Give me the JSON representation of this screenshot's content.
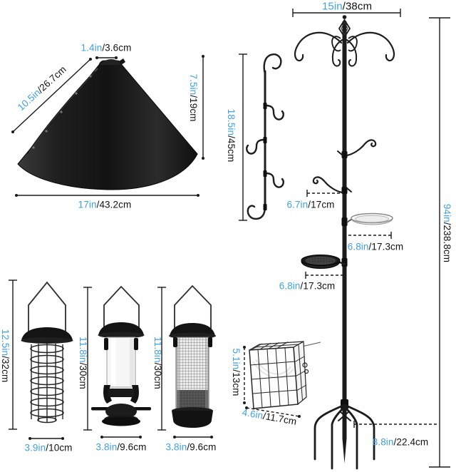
{
  "colors": {
    "accent": "#3fa0e6",
    "ink": "#1a1a1a",
    "background": "#ffffff"
  },
  "cone": {
    "top_in": "1.4in",
    "top_cm": "/3.6cm",
    "slant_in": "10.5in",
    "slant_cm": "/26.7cm",
    "height_in": "7.5in",
    "height_cm": "/19cm",
    "base_in": "17in",
    "base_cm": "/43.2cm"
  },
  "hook_strip": {
    "height_in": "18.5in",
    "height_cm": "/45cm"
  },
  "pole": {
    "top_in": "15in",
    "top_cm": "/38cm",
    "height_in": "94in",
    "height_cm": "/238.8cm",
    "arm_in": "6.7in",
    "arm_cm": "/17cm",
    "tray1_in": "6.8in",
    "tray1_cm": "/17.3cm",
    "tray2_in": "6.8in",
    "tray2_cm": "/17.3cm",
    "ground_in": "8.8in",
    "ground_cm": "/22.4cm"
  },
  "feeders": [
    {
      "h_in": "12.5in",
      "h_cm": "/32cm",
      "w_in": "3.9in",
      "w_cm": "/10cm"
    },
    {
      "h_in": "11.8in",
      "h_cm": "/30cm",
      "w_in": "3.8in",
      "w_cm": "/9.6cm"
    },
    {
      "h_in": "11.8in",
      "h_cm": "/30cm",
      "w_in": "3.8in",
      "w_cm": "/9.6cm"
    }
  ],
  "suet_cage": {
    "h_in": "5.1in",
    "h_cm": "/13cm",
    "w_in": "4.6in",
    "w_cm": "/11.7cm"
  }
}
